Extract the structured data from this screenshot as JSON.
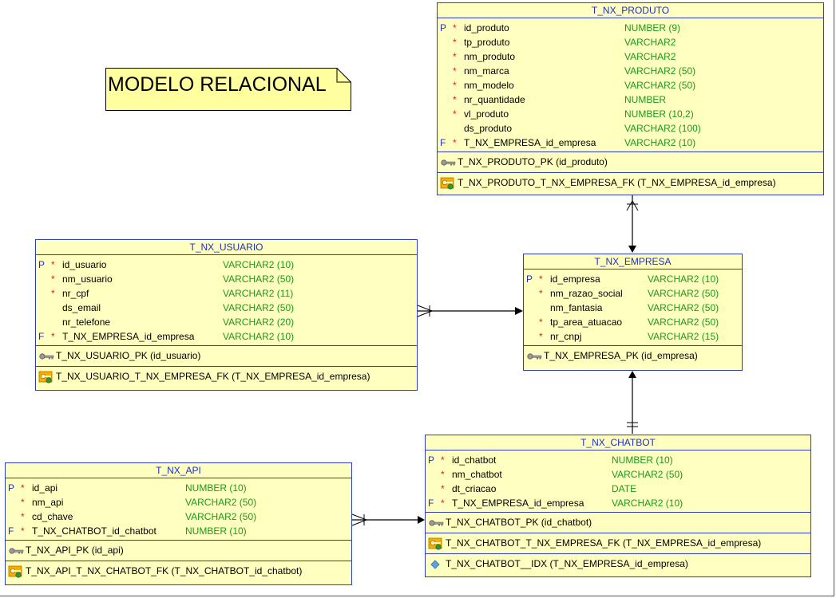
{
  "note": "MODELO RELACIONAL",
  "tables": {
    "produto": {
      "title": "T_NX_PRODUTO",
      "columns": [
        {
          "key": "P",
          "req": "*",
          "name": "id_produto",
          "type": "NUMBER (9)"
        },
        {
          "key": "",
          "req": "*",
          "name": "tp_produto",
          "type": "VARCHAR2"
        },
        {
          "key": "",
          "req": "*",
          "name": "nm_produto",
          "type": "VARCHAR2"
        },
        {
          "key": "",
          "req": "*",
          "name": "nm_marca",
          "type": "VARCHAR2 (50)"
        },
        {
          "key": "",
          "req": "*",
          "name": "nm_modelo",
          "type": "VARCHAR2 (50)"
        },
        {
          "key": "",
          "req": "*",
          "name": "nr_quantidade",
          "type": "NUMBER"
        },
        {
          "key": "",
          "req": "*",
          "name": "vl_produto",
          "type": "NUMBER (10,2)"
        },
        {
          "key": "",
          "req": "",
          "name": "ds_produto",
          "type": "VARCHAR2 (100)"
        },
        {
          "key": "F",
          "req": "*",
          "name": "T_NX_EMPRESA_id_empresa",
          "type": "VARCHAR2 (10)"
        }
      ],
      "pk": "T_NX_PRODUTO_PK (id_produto)",
      "fk": "T_NX_PRODUTO_T_NX_EMPRESA_FK (T_NX_EMPRESA_id_empresa)"
    },
    "usuario": {
      "title": "T_NX_USUARIO",
      "columns": [
        {
          "key": "P",
          "req": "*",
          "name": "id_usuario",
          "type": "VARCHAR2 (10)"
        },
        {
          "key": "",
          "req": "*",
          "name": "nm_usuario",
          "type": "VARCHAR2 (50)"
        },
        {
          "key": "",
          "req": "*",
          "name": "nr_cpf",
          "type": "VARCHAR2 (11)"
        },
        {
          "key": "",
          "req": "",
          "name": "ds_email",
          "type": "VARCHAR2 (50)"
        },
        {
          "key": "",
          "req": "",
          "name": "nr_telefone",
          "type": "VARCHAR2 (20)"
        },
        {
          "key": "F",
          "req": "*",
          "name": "T_NX_EMPRESA_id_empresa",
          "type": "VARCHAR2 (10)"
        }
      ],
      "pk": "T_NX_USUARIO_PK (id_usuario)",
      "fk": "T_NX_USUARIO_T_NX_EMPRESA_FK (T_NX_EMPRESA_id_empresa)"
    },
    "empresa": {
      "title": "T_NX_EMPRESA",
      "columns": [
        {
          "key": "P",
          "req": "*",
          "name": "id_empresa",
          "type": "VARCHAR2 (10)"
        },
        {
          "key": "",
          "req": "*",
          "name": "nm_razao_social",
          "type": "VARCHAR2 (50)"
        },
        {
          "key": "",
          "req": "",
          "name": "nm_fantasia",
          "type": "VARCHAR2 (50)"
        },
        {
          "key": "",
          "req": "*",
          "name": "tp_area_atuacao",
          "type": "VARCHAR2 (50)"
        },
        {
          "key": "",
          "req": "*",
          "name": "nr_cnpj",
          "type": "VARCHAR2 (15)"
        }
      ],
      "pk": "T_NX_EMPRESA_PK (id_empresa)"
    },
    "chatbot": {
      "title": "T_NX_CHATBOT",
      "columns": [
        {
          "key": "P",
          "req": "*",
          "name": "id_chatbot",
          "type": "NUMBER (10)"
        },
        {
          "key": "",
          "req": "*",
          "name": "nm_chatbot",
          "type": "VARCHAR2 (50)"
        },
        {
          "key": "",
          "req": "*",
          "name": "dt_criacao",
          "type": "DATE"
        },
        {
          "key": "F",
          "req": "*",
          "name": "T_NX_EMPRESA_id_empresa",
          "type": "VARCHAR2 (10)"
        }
      ],
      "pk": "T_NX_CHATBOT_PK (id_chatbot)",
      "fk": "T_NX_CHATBOT_T_NX_EMPRESA_FK (T_NX_EMPRESA_id_empresa)",
      "idx": "T_NX_CHATBOT__IDX (T_NX_EMPRESA_id_empresa)"
    },
    "api": {
      "title": "T_NX_API",
      "columns": [
        {
          "key": "P",
          "req": "*",
          "name": "id_api",
          "type": "NUMBER (10)"
        },
        {
          "key": "",
          "req": "*",
          "name": "nm_api",
          "type": "VARCHAR2 (50)"
        },
        {
          "key": "",
          "req": "*",
          "name": "cd_chave",
          "type": "VARCHAR2 (50)"
        },
        {
          "key": "F",
          "req": "*",
          "name": "T_NX_CHATBOT_id_chatbot",
          "type": "NUMBER (10)"
        }
      ],
      "pk": "T_NX_API_PK (id_api)",
      "fk": "T_NX_API_T_NX_CHATBOT_FK (T_NX_CHATBOT_id_chatbot)"
    }
  }
}
